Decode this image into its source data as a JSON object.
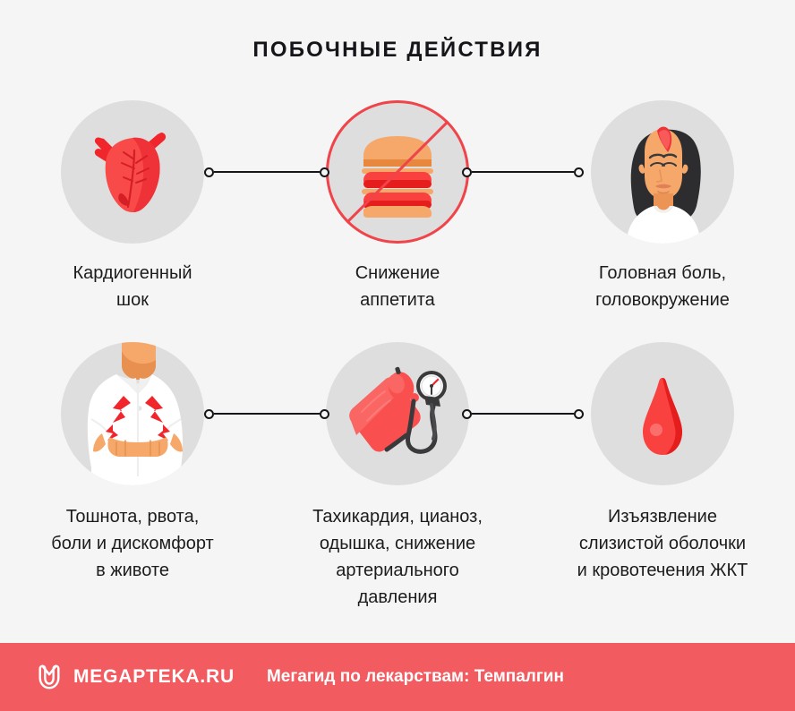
{
  "header": {
    "title": "ПОБОЧНЫЕ ДЕЙСТВИЯ"
  },
  "colors": {
    "page_background": "#F5F5F5",
    "bubble_background": "#DEDEDE",
    "accent_red": "#F0444A",
    "footer_red": "#F25C60",
    "text": "#1C1C1C",
    "connector": "#16161A"
  },
  "rows": [
    {
      "items": [
        {
          "icon": "anatomical-heart-icon",
          "caption": "Кардиогенный\nшок",
          "banned": false
        },
        {
          "icon": "burger-no-appetite-icon",
          "caption": "Снижение\nаппетита",
          "banned": true
        },
        {
          "icon": "headache-woman-icon",
          "caption": "Головная боль,\nголовокружение",
          "banned": false
        }
      ]
    },
    {
      "items": [
        {
          "icon": "stomach-pain-person-icon",
          "caption": "Тошнота, рвота,\nболи и дискомфорт\nв животе",
          "banned": false
        },
        {
          "icon": "blood-pressure-monitor-icon",
          "caption": "Тахикардия, цианоз,\nодышка, снижение\nартериального\nдавления",
          "banned": false
        },
        {
          "icon": "blood-drop-icon",
          "caption": "Изъязвление\nслизистой оболочки\nи кровотечения ЖКТ",
          "banned": false
        }
      ]
    }
  ],
  "footer": {
    "logo_icon": "megapteka-m-logo",
    "brand": "MEGAPTEKA.RU",
    "tagline": "Мегагид по лекарствам: Темпалгин"
  }
}
